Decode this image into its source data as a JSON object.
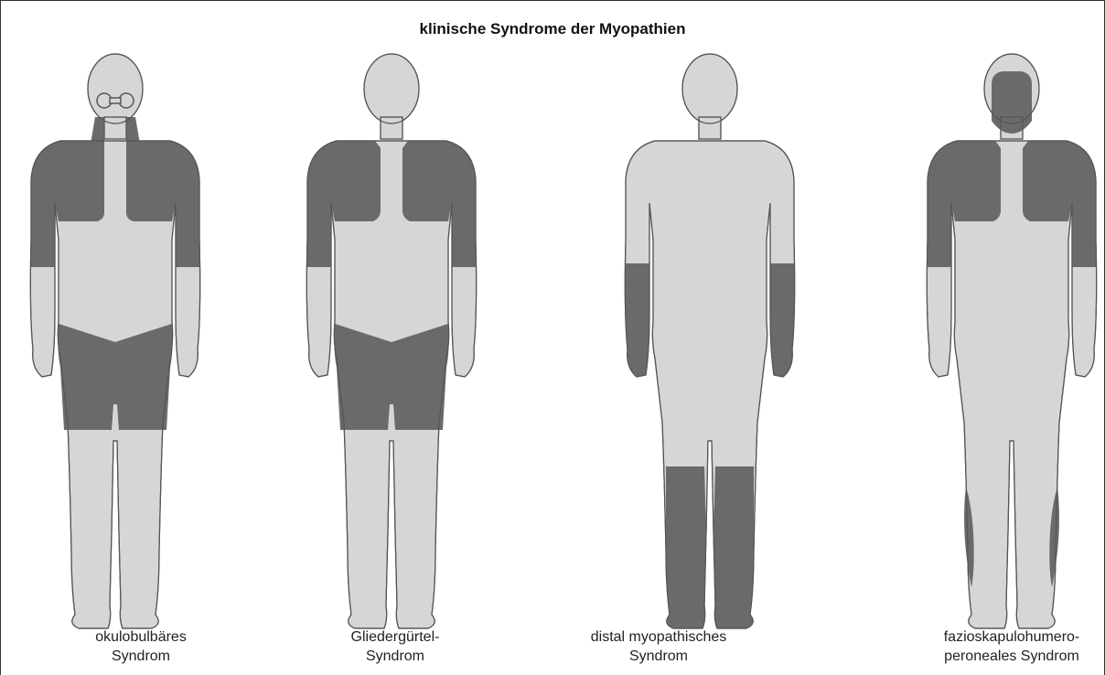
{
  "title": "klinische Syndrome der Myopathien",
  "colors": {
    "body": "#d6d6d6",
    "affected": "#6a6a6a",
    "outline": "#555555",
    "frame": "#333333"
  },
  "figures": [
    {
      "id": "okulobulbaer",
      "caption": [
        "okulobulbäres",
        "Syndrom"
      ],
      "affected": [
        "eyes",
        "neck",
        "shoulders",
        "upper-arms",
        "hips-thighs"
      ]
    },
    {
      "id": "gliedergurtel",
      "caption": [
        "Gliedergürtel-",
        "Syndrom"
      ],
      "affected": [
        "shoulders",
        "upper-arms",
        "hips-thighs"
      ]
    },
    {
      "id": "distal",
      "caption": [
        "distal myopathisches",
        "Syndrom"
      ],
      "affected": [
        "forearms-hands",
        "calves-feet"
      ]
    },
    {
      "id": "fazioskapulo",
      "caption": [
        "fazioskapulohumero-",
        "peroneales Syndrom"
      ],
      "affected": [
        "face",
        "shoulders",
        "upper-arms",
        "peroneal"
      ]
    }
  ]
}
